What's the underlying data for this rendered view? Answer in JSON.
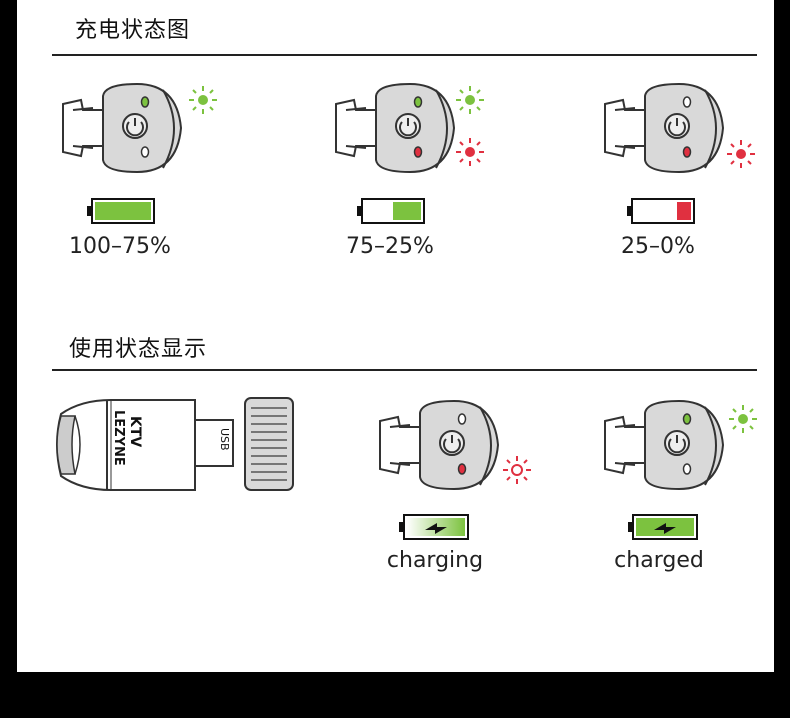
{
  "sections": {
    "charging_status_title": "充电状态图",
    "usage_status_title": "使用状态显示"
  },
  "battery_levels": [
    {
      "label": "100–75%",
      "fill_fraction": 1.0,
      "fill_color": "#7cc23f",
      "led": "green-top"
    },
    {
      "label": "75–25%",
      "fill_fraction": 0.5,
      "fill_color": "#7cc23f",
      "led": "green-and-red"
    },
    {
      "label": "25–0%",
      "fill_fraction": 0.25,
      "fill_color": "#e03040",
      "led": "red-bottom"
    }
  ],
  "product": {
    "brand": "LEZYNE",
    "model": "KTV",
    "port_label": "USB"
  },
  "usage_states": [
    {
      "label": "charging",
      "led": "red-outline"
    },
    {
      "label": "charged",
      "led": "green-top"
    }
  ],
  "colors": {
    "green": "#7cc23f",
    "red": "#e03040",
    "outline": "#333333"
  }
}
